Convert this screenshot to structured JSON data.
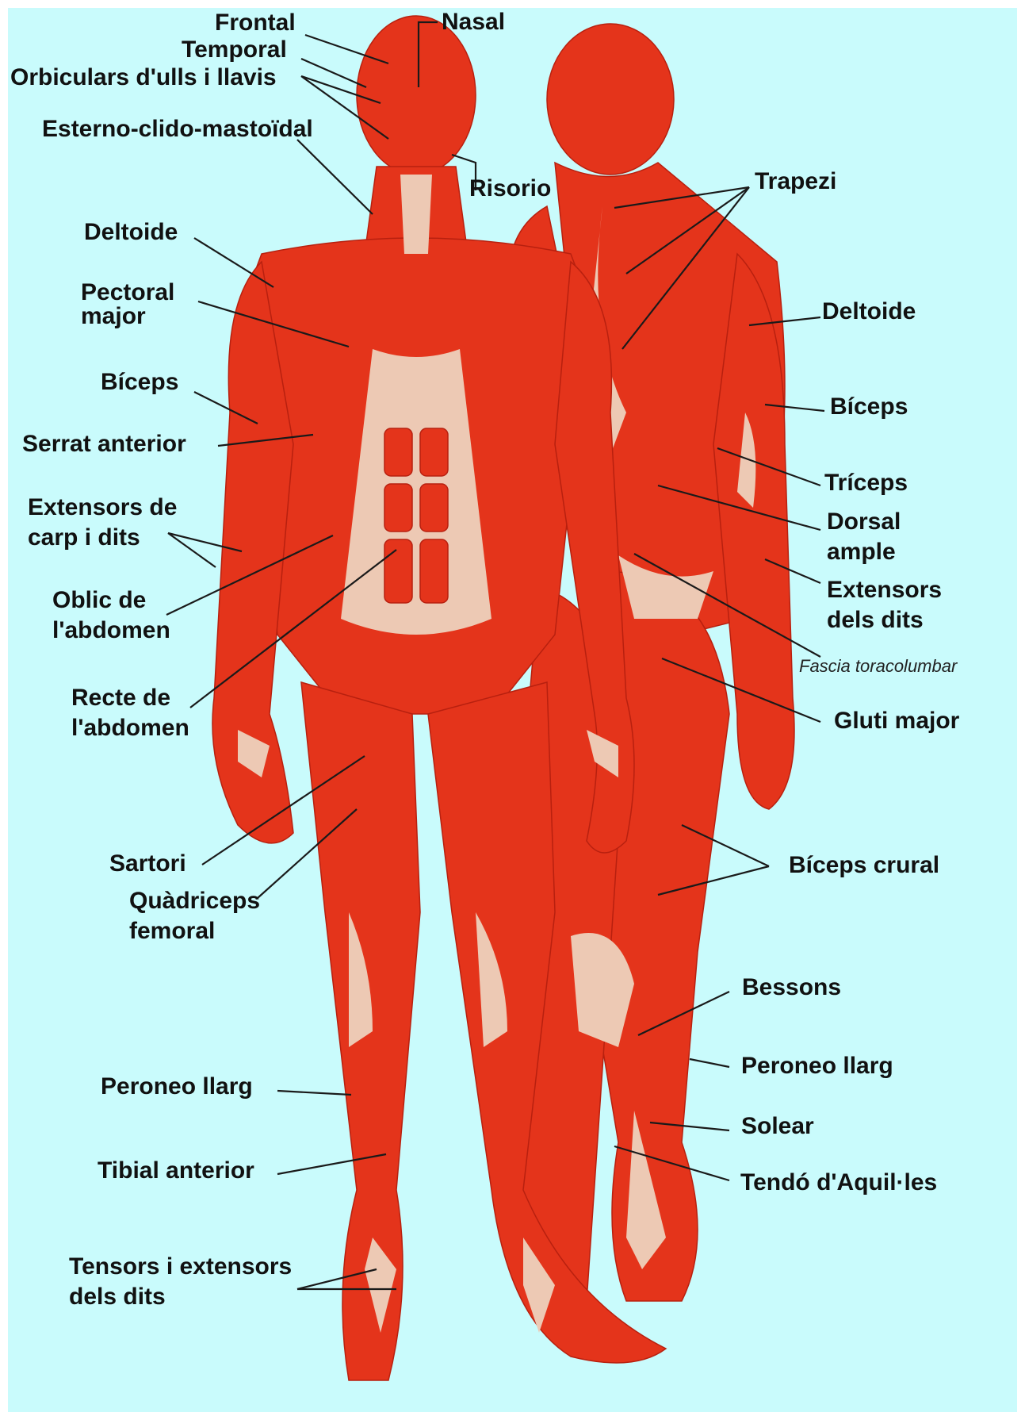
{
  "colors": {
    "background": "#c9fbfc",
    "muscle": "#e4341b",
    "muscle_dark": "#b8200f",
    "tendon": "#edc9b4",
    "leader_line": "#1a1a1a",
    "label_text": "#111111"
  },
  "labels": {
    "frontal": "Frontal",
    "nasal": "Nasal",
    "temporal": "Temporal",
    "orbiculars": "Orbiculars d'ulls i llavis",
    "esterno": "Esterno-clido-mastoïdal",
    "risorio": "Risorio",
    "trapezi": "Trapezi",
    "deltoide_front": "Deltoide",
    "pectoral_1": "Pectoral",
    "pectoral_2": "major",
    "deltoide_back": "Deltoide",
    "biceps_front": "Bíceps",
    "biceps_back": "Bíceps",
    "serrat": "Serrat anterior",
    "triceps": "Tríceps",
    "extensors_carp_1": "Extensors de",
    "extensors_carp_2": "carp i dits",
    "dorsal_1": "Dorsal",
    "dorsal_2": "ample",
    "oblic_1": "Oblic de",
    "oblic_2": "l'abdomen",
    "extensors_dits_1": "Extensors",
    "extensors_dits_2": "dels dits",
    "fascia": "Fascia toracolumbar",
    "recte_1": "Recte de",
    "recte_2": "l'abdomen",
    "gluti": "Gluti major",
    "sartori": "Sartori",
    "biceps_crural": "Bíceps crural",
    "quadriceps_1": "Quàdriceps",
    "quadriceps_2": "femoral",
    "bessons": "Bessons",
    "peroneo_front": "Peroneo llarg",
    "peroneo_back": "Peroneo llarg",
    "solear": "Solear",
    "tibial": "Tibial anterior",
    "tendo": "Tendó d'Aquil·les",
    "tensors_1": "Tensors i extensors",
    "tensors_2": "dels dits"
  }
}
